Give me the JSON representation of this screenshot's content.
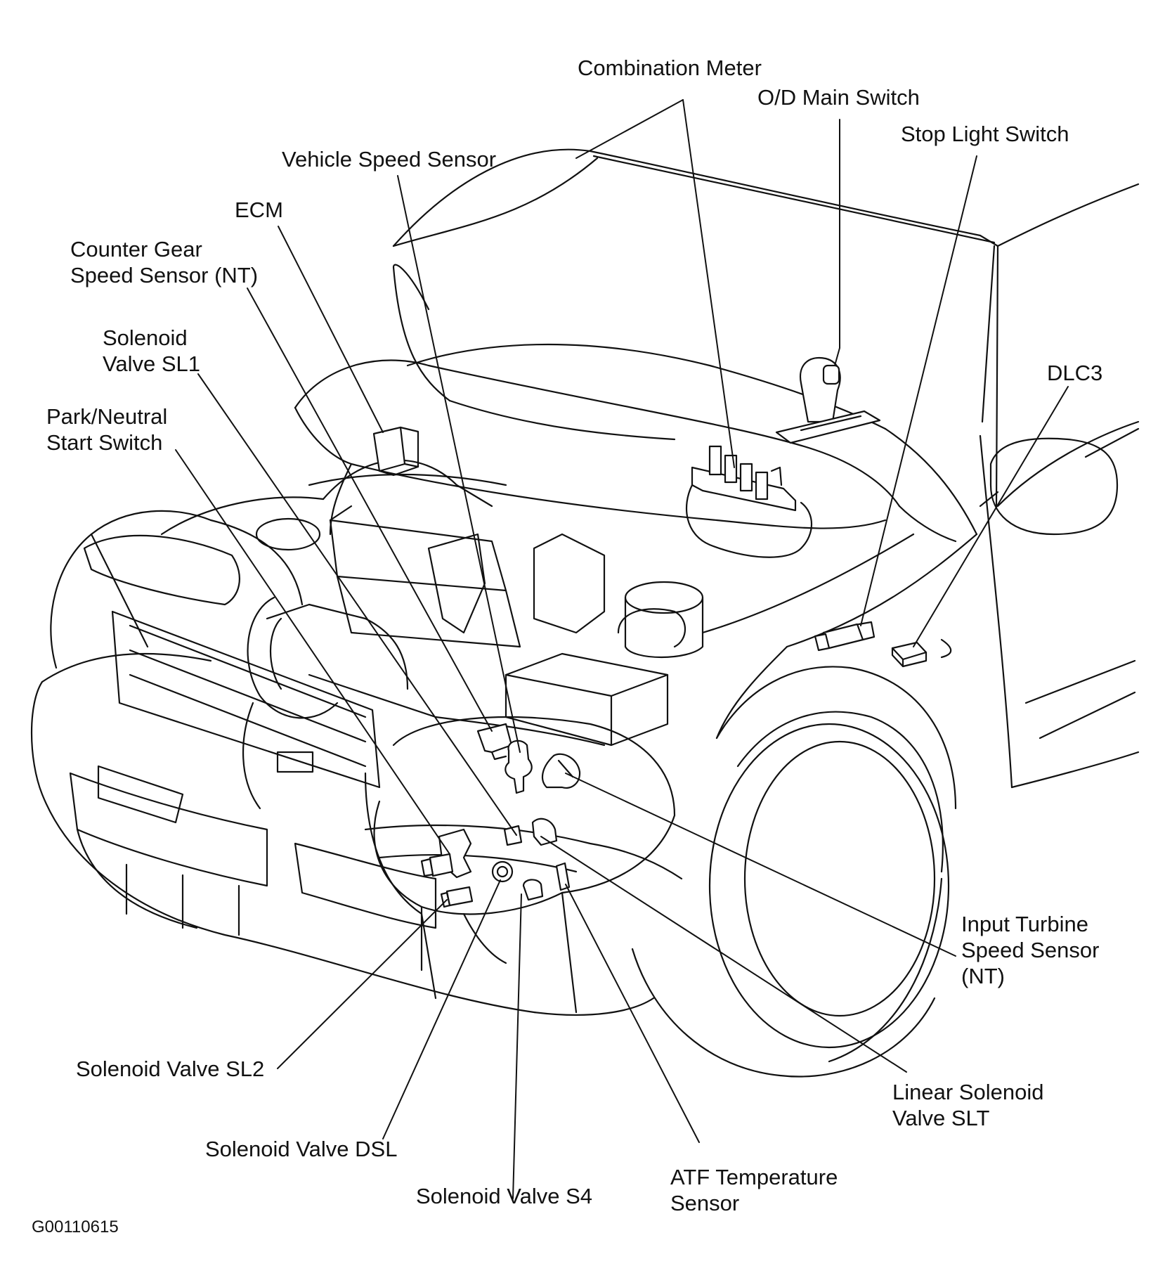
{
  "labels": {
    "combination_meter": "Combination Meter",
    "od_main_switch": "O/D Main Switch",
    "stop_light_switch": "Stop Light Switch",
    "vehicle_speed_sensor": "Vehicle Speed Sensor",
    "ecm": "ECM",
    "counter_gear_line1": "Counter Gear",
    "counter_gear_line2": "Speed Sensor (NT)",
    "solenoid_sl1_line1": "Solenoid",
    "solenoid_sl1_line2": "Valve SL1",
    "park_neutral_line1": "Park/Neutral",
    "park_neutral_line2": "Start Switch",
    "dlc3": "DLC3",
    "input_turbine_line1": "Input Turbine",
    "input_turbine_line2": "Speed Sensor",
    "input_turbine_line3": "(NT)",
    "solenoid_sl2": "Solenoid Valve SL2",
    "solenoid_dsl": "Solenoid Valve DSL",
    "solenoid_s4": "Solenoid Valve S4",
    "atf_temp_line1": "ATF Temperature",
    "atf_temp_line2": "Sensor",
    "linear_slt_line1": "Linear Solenoid",
    "linear_slt_line2": "Valve SLT"
  },
  "figure_code": "G00110615"
}
